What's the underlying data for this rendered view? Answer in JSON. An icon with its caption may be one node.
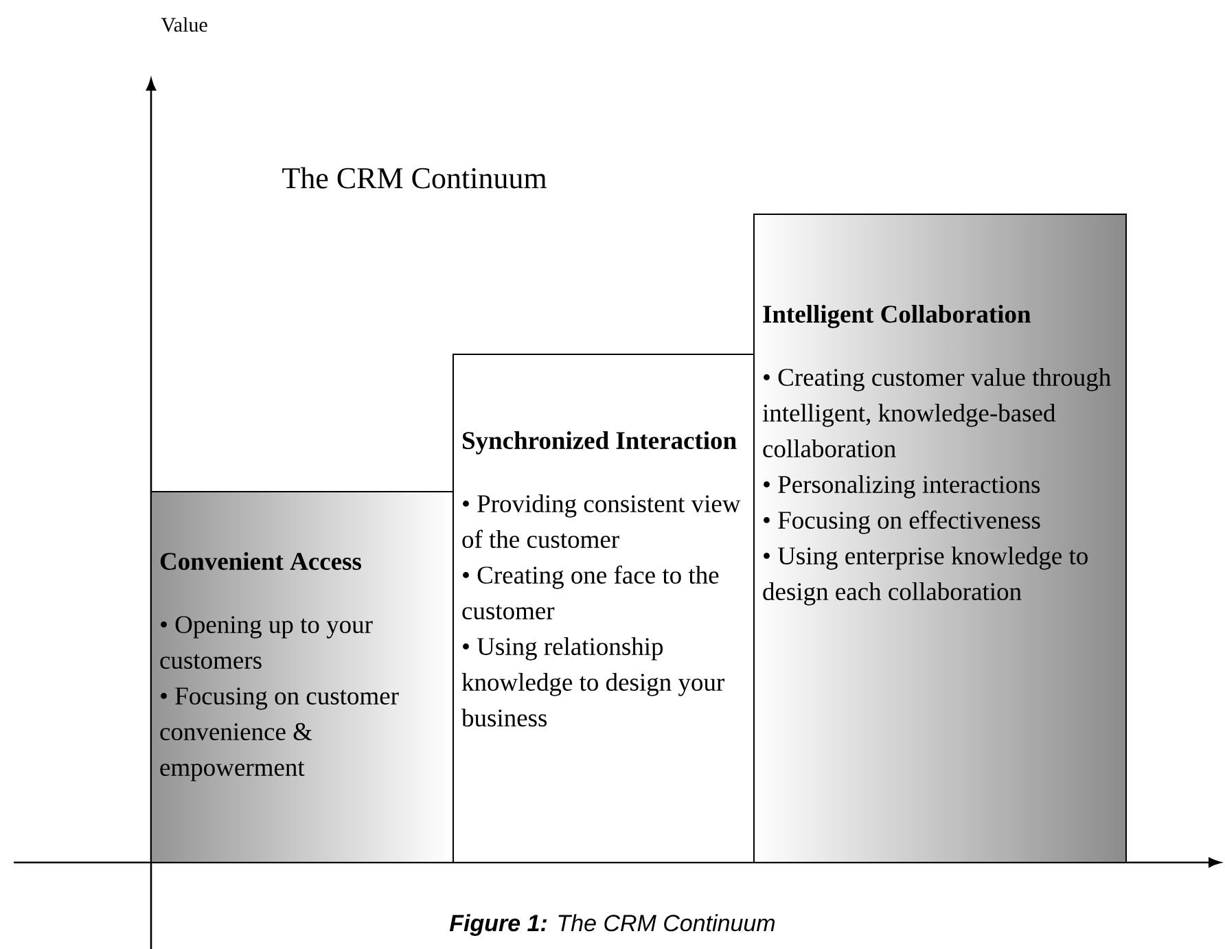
{
  "diagram": {
    "title": "The CRM Continuum",
    "caption": "**Figure 1:** The CRM Continuum",
    "nodes": [
      {
        "text": [
          "Convenient Access",
          "• Opening up to your customers",
          "• Focusing on customer convenience & empowerment"
        ]
      },
      {
        "text": [
          "Synchronized Interaction",
          "• Providing consistent view of the customer",
          "• Creating one face to the customer",
          "• Using relationship knowledge to design your business"
        ]
      },
      {
        "text": [
          "Intelligent Collaboration",
          "• Creating customer value through intelligent, knowledge-based collaboration",
          "• Personalizing interactions",
          "• Focusing on effectiveness",
          "• Using enterprise knowledge to design each collaboration"
        ]
      }
    ],
    "labels": [
      "Value"
    ]
  }
}
